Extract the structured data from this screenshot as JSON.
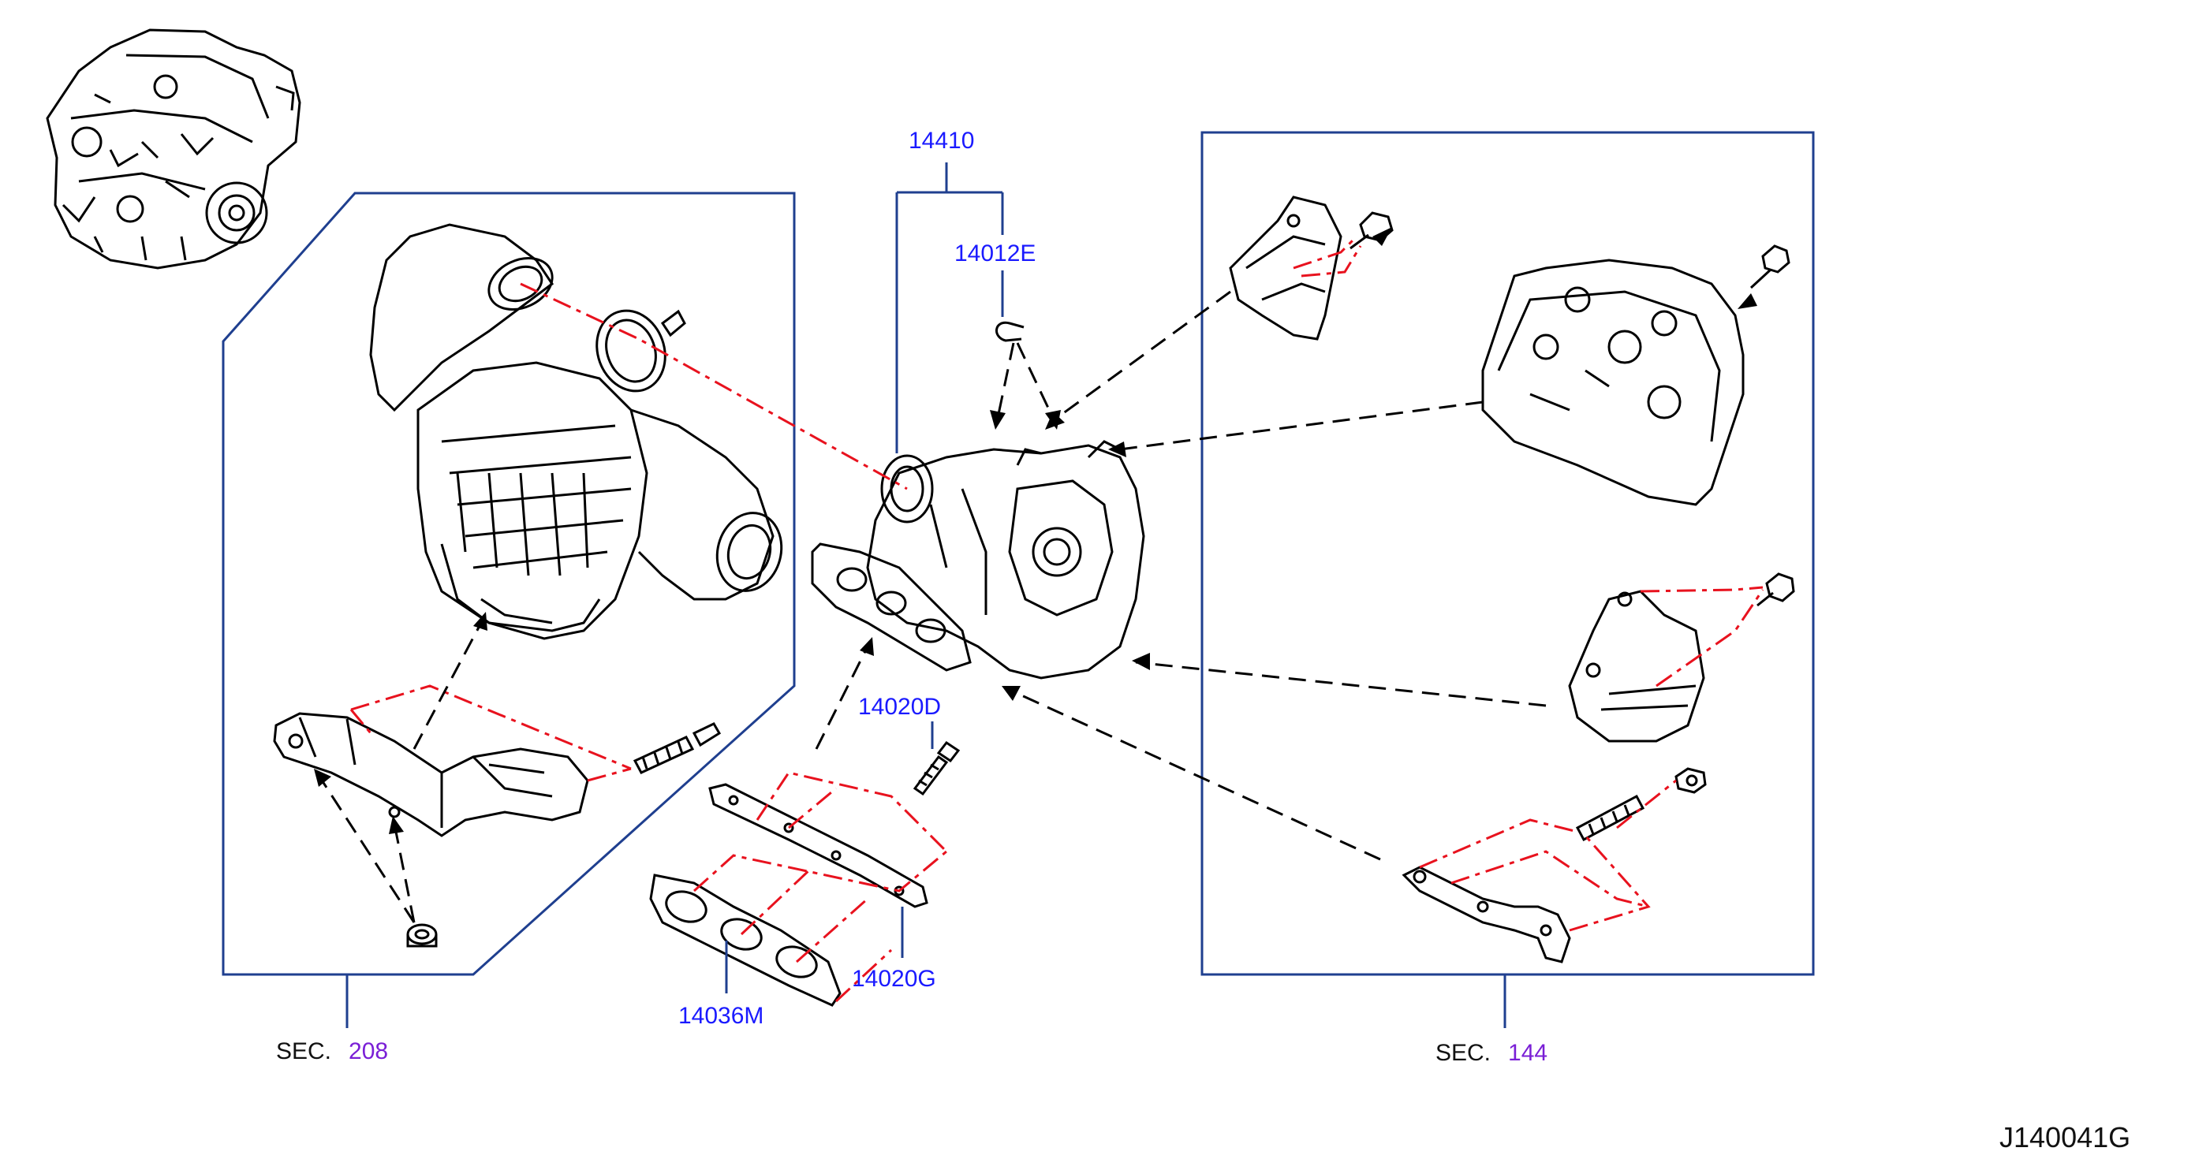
{
  "diagram": {
    "drawing_code": "J140041G",
    "colors": {
      "frame": "#1f3f8f",
      "leader": "#1f3f8f",
      "label": "#1a1aff",
      "section_number": "#7a1fd6",
      "red_dash": "#e8121e",
      "part_line": "#000000"
    },
    "part_labels": {
      "p14410": "14410",
      "p14012E": "14012E",
      "p14020D": "14020D",
      "p14020G": "14020G",
      "p14036M": "14036M"
    },
    "sections": {
      "left": {
        "prefix": "SEC.",
        "number": "208"
      },
      "right": {
        "prefix": "SEC.",
        "number": "144"
      }
    }
  }
}
